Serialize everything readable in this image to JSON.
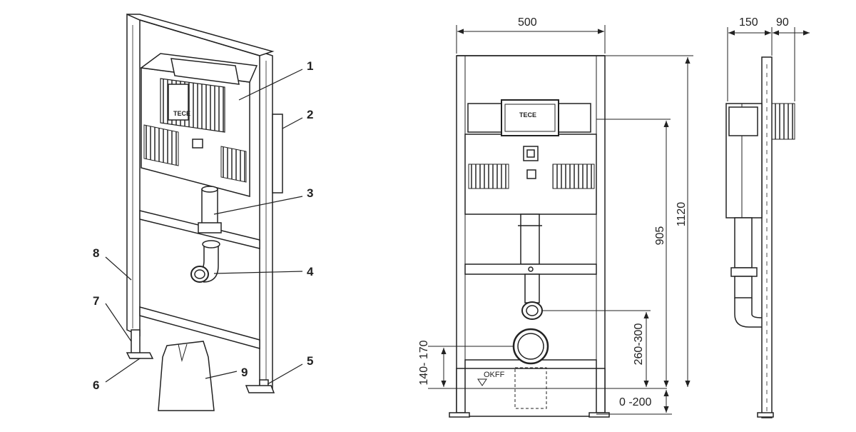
{
  "callouts": [
    "1",
    "2",
    "3",
    "4",
    "5",
    "6",
    "7",
    "8",
    "9"
  ],
  "dimensions": {
    "width": "500",
    "depth_frame": "150",
    "depth_extra": "90",
    "height_total": "1120",
    "height_button": "905",
    "drain_height": "260-300",
    "inlet_height": "140- 170",
    "foot_adjust": "0 -200",
    "floor_marker": "OKFF"
  },
  "brand_logo": "TECE",
  "colors": {
    "line": "#222222",
    "background": "#ffffff"
  }
}
